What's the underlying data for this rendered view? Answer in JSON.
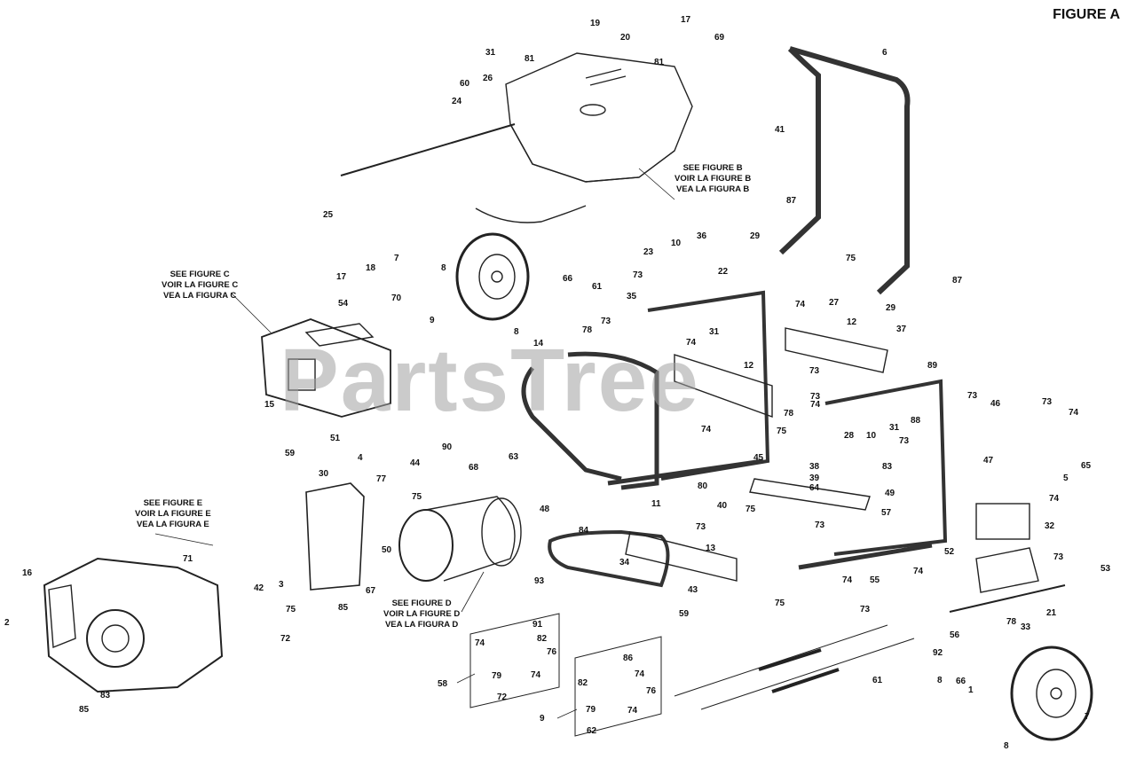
{
  "figure_title": "FIGURE A",
  "watermark": "PartsTree",
  "references": {
    "b": [
      "SEE FIGURE B",
      "VOIR LA FIGURE B",
      "VEA LA FIGURA B"
    ],
    "c": [
      "SEE FIGURE C",
      "VOIR LA FIGURE C",
      "VEA LA FIGURA C"
    ],
    "d": [
      "SEE FIGURE D",
      "VOIR LA FIGURE D",
      "VEA LA FIGURA D"
    ],
    "e": [
      "SEE FIGURE E",
      "VOIR LA FIGURE E",
      "VEA LA FIGURA E"
    ]
  },
  "part_labels": [
    "19",
    "17",
    "20",
    "69",
    "6",
    "31",
    "81",
    "81",
    "60",
    "26",
    "24",
    "41",
    "25",
    "87",
    "29",
    "75",
    "87",
    "29",
    "7",
    "8",
    "18",
    "17",
    "70",
    "54",
    "9",
    "66",
    "61",
    "8",
    "23",
    "10",
    "36",
    "73",
    "22",
    "35",
    "73",
    "78",
    "31",
    "74",
    "74",
    "27",
    "12",
    "37",
    "14",
    "12",
    "73",
    "89",
    "15",
    "51",
    "73",
    "74",
    "78",
    "75",
    "28",
    "10",
    "31",
    "88",
    "73",
    "46",
    "73",
    "74",
    "73",
    "83",
    "47",
    "65",
    "5",
    "59",
    "4",
    "30",
    "77",
    "90",
    "68",
    "63",
    "44",
    "75",
    "80",
    "40",
    "48",
    "38",
    "39",
    "64",
    "49",
    "11",
    "73",
    "74",
    "45",
    "75",
    "73",
    "57",
    "74",
    "84",
    "13",
    "34",
    "32",
    "73",
    "53",
    "74",
    "52",
    "74",
    "75",
    "43",
    "78",
    "33",
    "21",
    "59",
    "50",
    "3",
    "67",
    "75",
    "85",
    "71",
    "42",
    "93",
    "55",
    "73",
    "56",
    "92",
    "61",
    "8",
    "66",
    "1",
    "2",
    "16",
    "83",
    "85",
    "72",
    "91",
    "82",
    "74",
    "76",
    "79",
    "74",
    "72",
    "86",
    "74",
    "82",
    "76",
    "79",
    "74",
    "62",
    "58",
    "9",
    "8",
    "7"
  ]
}
